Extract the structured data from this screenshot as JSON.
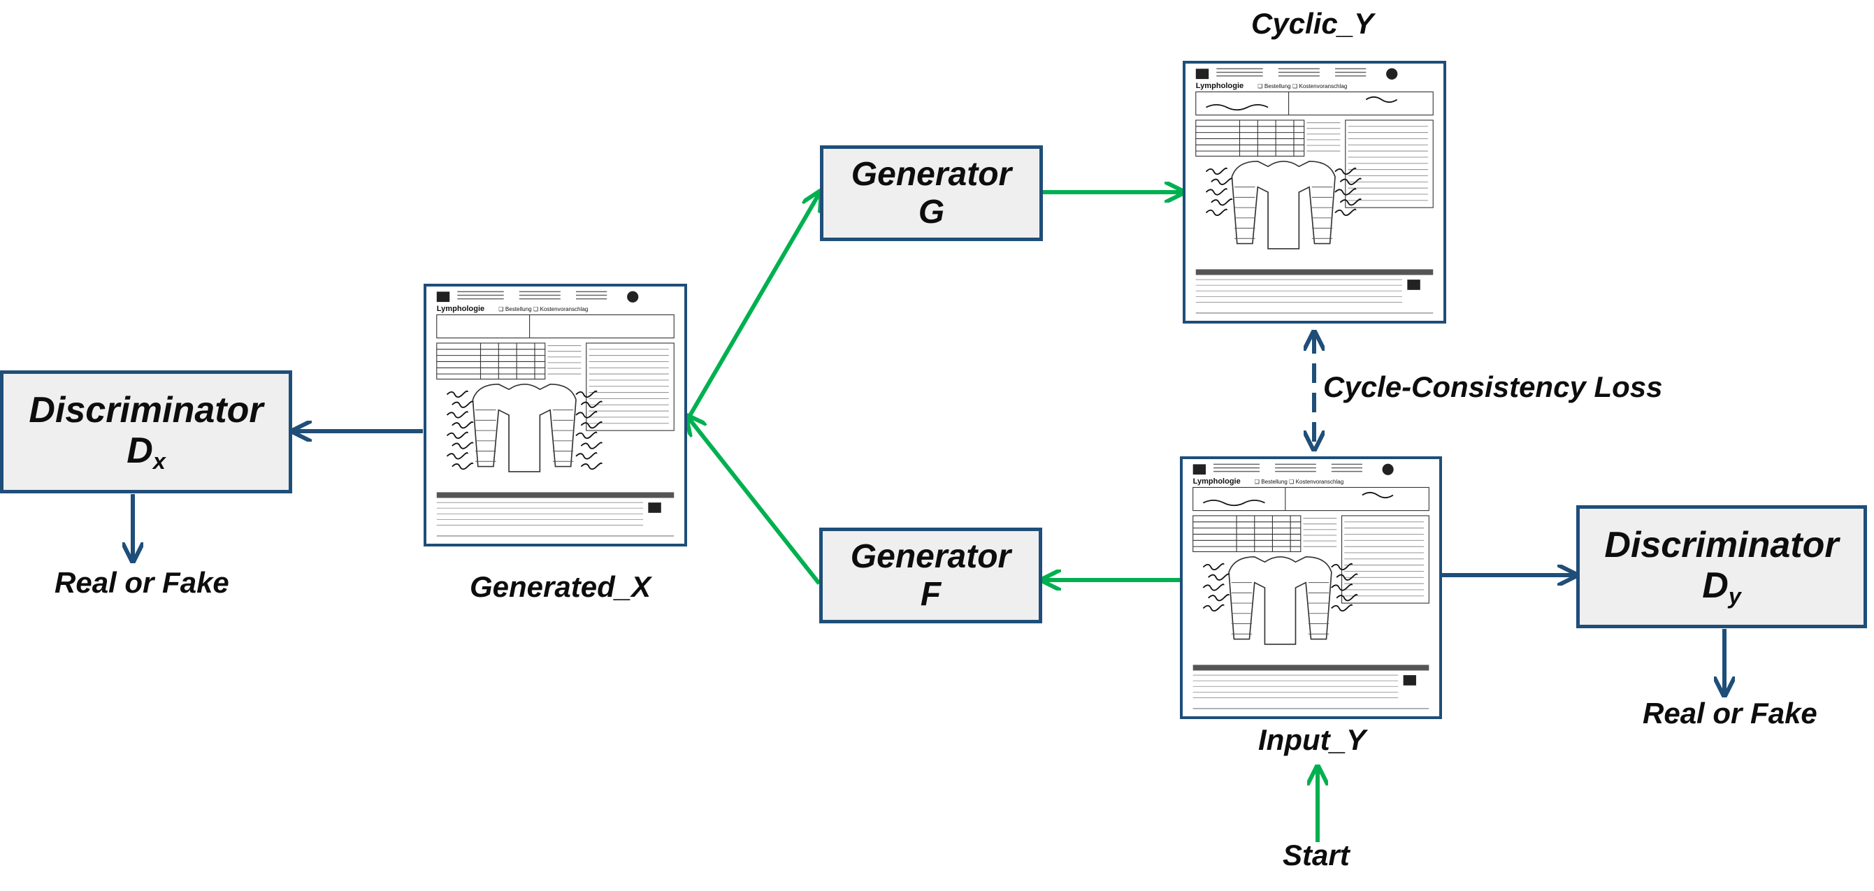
{
  "colors": {
    "box_border": "#1f4e79",
    "box_fill": "#efefef",
    "green_arrow": "#00b050",
    "blue_arrow": "#1f4e79",
    "text": "#0d0d0d"
  },
  "generator_g": {
    "line1": "Generator",
    "line2": "G"
  },
  "generator_f": {
    "line1": "Generator",
    "line2": "F"
  },
  "discriminator_x": {
    "line1": "Discriminator",
    "main": "D",
    "sub": "x"
  },
  "discriminator_y": {
    "line1": "Discriminator",
    "main": "D",
    "sub": "y"
  },
  "labels": {
    "cyclic_y": "Cyclic_Y",
    "generated_x": "Generated_X",
    "input_y": "Input_Y",
    "start": "Start",
    "cycle_loss": "Cycle-Consistency Loss",
    "real_or_fake_x": "Real or Fake",
    "real_or_fake_y": "Real or Fake"
  },
  "documents": {
    "title": "Lymphologie",
    "options": "❑ Bestellung  ❑ Kostenvoranschlag"
  }
}
